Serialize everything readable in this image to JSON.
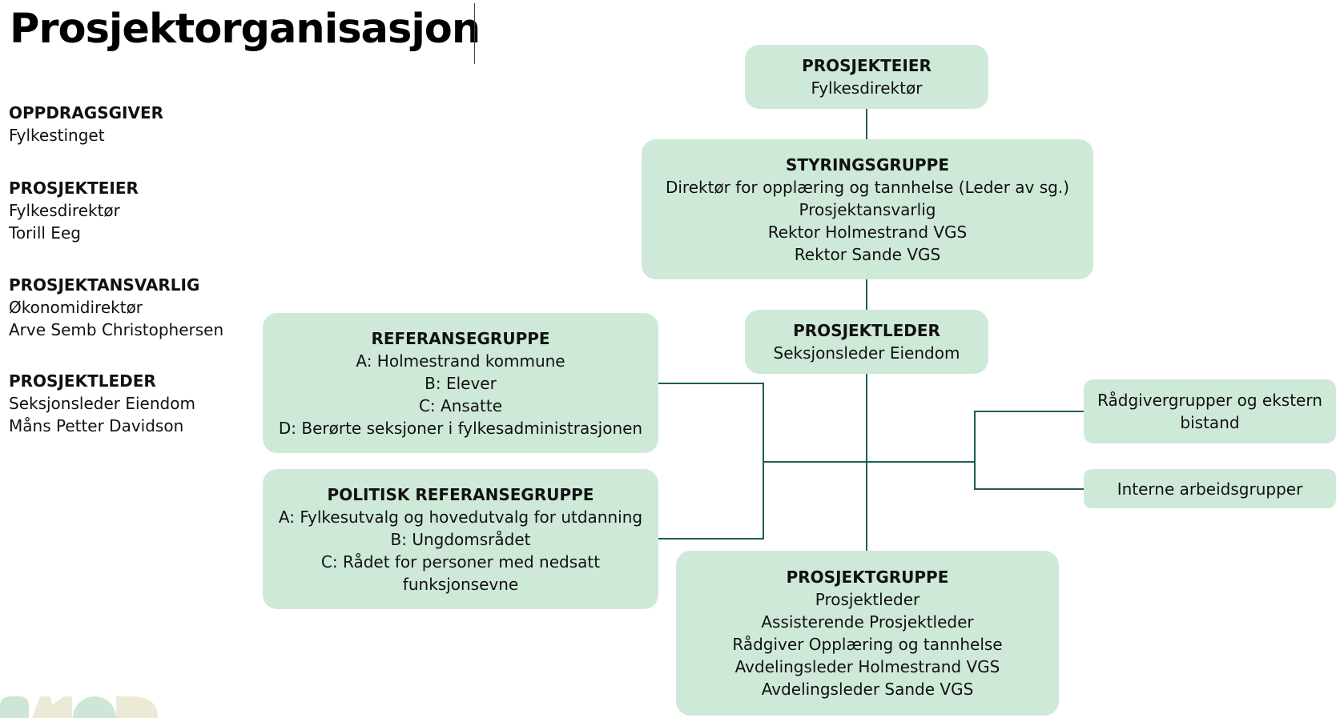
{
  "title": "Prosjektorganisasjon",
  "left_panel": [
    {
      "heading": "OPPDRAGSGIVER",
      "lines": [
        "Fylkestinget"
      ]
    },
    {
      "heading": "PROSJEKTEIER",
      "lines": [
        "Fylkesdirektør",
        "Torill Eeg"
      ]
    },
    {
      "heading": "PROSJEKTANSVARLIG",
      "lines": [
        "Økonomidirektør",
        "Arve Semb Christophersen"
      ]
    },
    {
      "heading": "PROSJEKTLEDER",
      "lines": [
        "Seksjonsleder Eiendom",
        "Måns Petter Davidson"
      ]
    }
  ],
  "boxes": {
    "prosjekteier": {
      "heading": "PROSJEKTEIER",
      "lines": [
        "Fylkesdirektør"
      ]
    },
    "styringsgruppe": {
      "heading": "STYRINGSGRUPPE",
      "lines": [
        "Direktør for opplæring og tannhelse (Leder av sg.)",
        "Prosjektansvarlig",
        "Rektor Holmestrand VGS",
        "Rektor Sande VGS"
      ]
    },
    "prosjektleder": {
      "heading": "PROSJEKTLEDER",
      "lines": [
        "Seksjonsleder Eiendom"
      ]
    },
    "referansegruppe": {
      "heading": "REFERANSEGRUPPE",
      "lines": [
        "A: Holmestrand kommune",
        "B: Elever",
        "C: Ansatte",
        "D: Berørte seksjoner i fylkesadministrasjonen"
      ]
    },
    "politisk_referansegruppe": {
      "heading": "POLITISK REFERANSEGRUPPE",
      "lines": [
        "A: Fylkesutvalg og hovedutvalg for utdanning",
        "B: Ungdomsrådet",
        "C: Rådet for personer med nedsatt",
        "funksjonsevne"
      ]
    },
    "radgivergrupper": {
      "heading": "",
      "lines": [
        "Rådgivergrupper og ekstern",
        "bistand"
      ]
    },
    "interne_arbeidsgrupper": {
      "heading": "",
      "lines": [
        "Interne arbeidsgrupper"
      ]
    },
    "prosjektgruppe": {
      "heading": "PROSJEKTGRUPPE",
      "lines": [
        "Prosjektleder",
        "Assisterende Prosjektleder",
        "Rådgiver Opplæring og tannhelse",
        "Avdelingsleder Holmestrand VGS",
        "Avdelingsleder Sande VGS"
      ]
    }
  },
  "colors": {
    "box_fill": "#cfe9d9",
    "connector": "#1f5d58",
    "deco_green": "#cfe6d6",
    "deco_beige": "#ece9d6"
  }
}
